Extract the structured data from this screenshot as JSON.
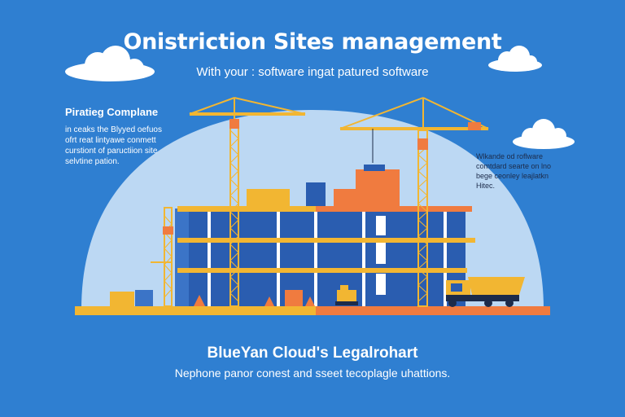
{
  "header": {
    "title": "Onistriction Sites management",
    "subtitle": "With your : software ingat patured software"
  },
  "left_panel": {
    "heading": "Piratieg Complane",
    "lines": [
      "in ceaks the Blyyed oefuos",
      "ofrt reat lintyawe conmett",
      "curstiont of paructiion site",
      "selvtine pation."
    ]
  },
  "right_panel": {
    "lines": [
      "Wlkande od roflware",
      "comtdard searte on lno",
      "bege ceonley leajlatkn",
      "Hitec."
    ]
  },
  "footer": {
    "title": "BlueYan Cloud's Legalrohart",
    "subtitle": "Nephone panor conest and sseet tecoplagle uhattions."
  },
  "colors": {
    "background": "#2f7fd1",
    "dome": "#bcd8f3",
    "building": "#2a5db0",
    "floor_slab": "#f2b632",
    "crane": "#f2b632",
    "accent_orange": "#f07b3f",
    "cloud": "#ffffff"
  },
  "icons": [
    "cloud-icon",
    "tower-crane-icon",
    "dump-truck-icon",
    "traffic-cone-icon",
    "excavator-icon",
    "building-icon"
  ]
}
